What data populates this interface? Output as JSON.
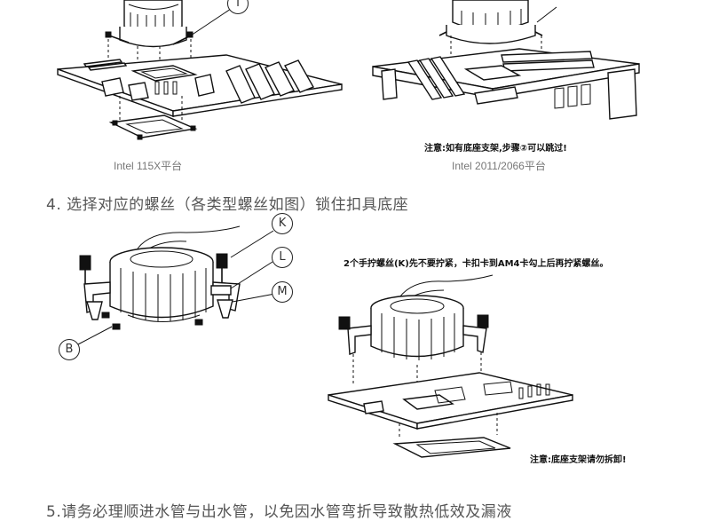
{
  "top_left": {
    "caption": "Intel 115X平台",
    "callout": "I"
  },
  "top_right": {
    "note": "注意:如有底座支架,步骤②可以跳过!",
    "caption": "Intel 2011/2066平台"
  },
  "step4": {
    "title": "4. 选择对应的螺丝（各类型螺丝如图）锁住扣具底座"
  },
  "middle_left": {
    "callouts": [
      "K",
      "L",
      "M",
      "B"
    ]
  },
  "middle_right": {
    "note": "2个手拧螺丝(K)先不要拧紧，卡扣卡到AM4卡勾上后再拧紧螺丝。",
    "bottom_note": "注意:底座支架请勿拆卸!"
  },
  "step5": {
    "title": "5.请务必理顺进水管与出水管，以免因水管弯折导致散热低效及漏液"
  }
}
